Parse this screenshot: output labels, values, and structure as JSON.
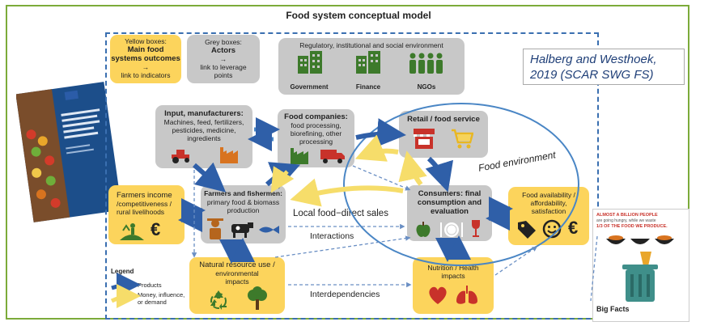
{
  "title": "Food system conceptual model",
  "citation": {
    "line1": "Halberg and Westhoek,",
    "line2": "2019 (SCAR SWG FS)"
  },
  "key_yellow": {
    "line1": "Yellow boxes:",
    "line2": "Main food",
    "line3": "systems outcomes",
    "arrow": "→",
    "line4": "link to indicators"
  },
  "key_grey": {
    "line1": "Grey boxes:",
    "line2": "Actors",
    "arrow": "→",
    "line3": "link to leverage",
    "line4": "points"
  },
  "regulatory": {
    "title": "Regulatory, institutional and social environment",
    "labels": [
      "Government",
      "Finance",
      "NGOs"
    ]
  },
  "inputs": {
    "title": "Input, manufacturers:",
    "line1": "Machines, feed, fertilizers,",
    "line2": "pesticides, medicine,",
    "line3": "ingredients"
  },
  "food_companies": {
    "title": "Food companies:",
    "line1": "food processing,",
    "line2": "biorefining, other",
    "line3": "processing"
  },
  "retail": {
    "title": "Retail / food service"
  },
  "farmers_income": {
    "line1": "Farmers income",
    "line2": "/competitiveness /",
    "line3": "rural livelihoods",
    "currency": "€"
  },
  "farmers": {
    "line1": "Farmers and fishermen:",
    "line2": "primary food & biomass",
    "line3": "production"
  },
  "consumers": {
    "line1": "Consumers: final",
    "line2": "consumption and",
    "line3": "evaluation"
  },
  "availability": {
    "line1": "Food availability /",
    "line2": "affordability,",
    "line3": "satisfaction",
    "currency": "€"
  },
  "natural": {
    "line1": "Natural resource use /",
    "line2": "environmental",
    "line3": "impacts"
  },
  "nutrition": {
    "line1": "Nutrition / Health",
    "line2": "impacts"
  },
  "labels": {
    "food_environment": "Food environment",
    "local_food": "Local food−direct sales",
    "interactions": "Interactions",
    "interdependencies": "Interdependencies"
  },
  "legend": {
    "title": "Legend",
    "products": "Products",
    "money_line1": "Money, influence,",
    "money_line2": "or demand"
  },
  "poster": {
    "line1": "ALMOST A BILLION PEOPLE",
    "line2": "are going hungry, while we waste",
    "line3": "1/3 OF THE FOOD WE PRODUCE.",
    "footer": "Big Facts"
  },
  "colors": {
    "frame_green": "#7cab3a",
    "dashed_blue": "#3a6fb0",
    "yellow_box": "#fcd45c",
    "grey_box": "#c8c8c8",
    "product_arrow": "#2f5fa8",
    "money_arrow": "#f6dd6a",
    "icon_green": "#3d7a2b",
    "icon_red": "#c8322a",
    "icon_orange": "#d8731f"
  }
}
